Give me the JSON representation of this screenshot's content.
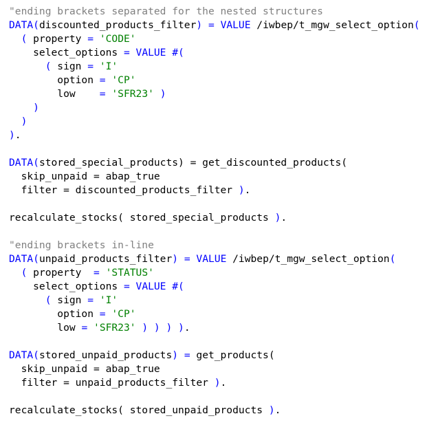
{
  "colors": {
    "keyword": "#0000ff",
    "string": "#008000",
    "comment": "#808080",
    "text": "#000000"
  },
  "code": {
    "lines": [
      [
        {
          "t": "cm",
          "v": "\"ending brackets separated for the nested structures"
        }
      ],
      [
        {
          "t": "kw",
          "v": "DATA("
        },
        {
          "t": "tx",
          "v": "discounted_products_filter"
        },
        {
          "t": "kw",
          "v": ")"
        },
        {
          "t": "tx",
          "v": " "
        },
        {
          "t": "kw",
          "v": "="
        },
        {
          "t": "tx",
          "v": " "
        },
        {
          "t": "kw",
          "v": "VALUE"
        },
        {
          "t": "tx",
          "v": " /iwbep/t_mgw_select_option"
        },
        {
          "t": "kw",
          "v": "("
        }
      ],
      [
        {
          "t": "tx",
          "v": "  "
        },
        {
          "t": "kw",
          "v": "("
        },
        {
          "t": "tx",
          "v": " property "
        },
        {
          "t": "kw",
          "v": "="
        },
        {
          "t": "tx",
          "v": " "
        },
        {
          "t": "str",
          "v": "'CODE'"
        }
      ],
      [
        {
          "t": "tx",
          "v": "    select_options "
        },
        {
          "t": "kw",
          "v": "="
        },
        {
          "t": "tx",
          "v": " "
        },
        {
          "t": "kw",
          "v": "VALUE #("
        }
      ],
      [
        {
          "t": "tx",
          "v": "      "
        },
        {
          "t": "kw",
          "v": "("
        },
        {
          "t": "tx",
          "v": " sign "
        },
        {
          "t": "kw",
          "v": "="
        },
        {
          "t": "tx",
          "v": " "
        },
        {
          "t": "str",
          "v": "'I'"
        }
      ],
      [
        {
          "t": "tx",
          "v": "        option "
        },
        {
          "t": "kw",
          "v": "="
        },
        {
          "t": "tx",
          "v": " "
        },
        {
          "t": "str",
          "v": "'CP'"
        }
      ],
      [
        {
          "t": "tx",
          "v": "        low    "
        },
        {
          "t": "kw",
          "v": "="
        },
        {
          "t": "tx",
          "v": " "
        },
        {
          "t": "str",
          "v": "'SFR23'"
        },
        {
          "t": "tx",
          "v": " "
        },
        {
          "t": "kw",
          "v": ")"
        }
      ],
      [
        {
          "t": "tx",
          "v": "    "
        },
        {
          "t": "kw",
          "v": ")"
        }
      ],
      [
        {
          "t": "tx",
          "v": "  "
        },
        {
          "t": "kw",
          "v": ")"
        }
      ],
      [
        {
          "t": "kw",
          "v": ")"
        },
        {
          "t": "tx",
          "v": "."
        }
      ],
      [],
      [
        {
          "t": "kw",
          "v": "DATA("
        },
        {
          "t": "tx",
          "v": "stored_special_products) = get_discounted_products("
        }
      ],
      [
        {
          "t": "tx",
          "v": "  skip_unpaid = abap_true"
        }
      ],
      [
        {
          "t": "tx",
          "v": "  filter = discounted_products_filter "
        },
        {
          "t": "kw",
          "v": ")"
        },
        {
          "t": "tx",
          "v": "."
        }
      ],
      [],
      [
        {
          "t": "tx",
          "v": "recalculate_stocks( stored_special_products "
        },
        {
          "t": "kw",
          "v": ")"
        },
        {
          "t": "tx",
          "v": "."
        }
      ],
      [],
      [
        {
          "t": "cm",
          "v": "\"ending brackets in-line"
        }
      ],
      [
        {
          "t": "kw",
          "v": "DATA("
        },
        {
          "t": "tx",
          "v": "unpaid_products_filter"
        },
        {
          "t": "kw",
          "v": ")"
        },
        {
          "t": "tx",
          "v": " "
        },
        {
          "t": "kw",
          "v": "="
        },
        {
          "t": "tx",
          "v": " "
        },
        {
          "t": "kw",
          "v": "VALUE"
        },
        {
          "t": "tx",
          "v": " /iwbep/t_mgw_select_option"
        },
        {
          "t": "kw",
          "v": "("
        }
      ],
      [
        {
          "t": "tx",
          "v": "  "
        },
        {
          "t": "kw",
          "v": "("
        },
        {
          "t": "tx",
          "v": " property  "
        },
        {
          "t": "kw",
          "v": "="
        },
        {
          "t": "tx",
          "v": " "
        },
        {
          "t": "str",
          "v": "'STATUS'"
        }
      ],
      [
        {
          "t": "tx",
          "v": "    select_options "
        },
        {
          "t": "kw",
          "v": "="
        },
        {
          "t": "tx",
          "v": " "
        },
        {
          "t": "kw",
          "v": "VALUE #("
        }
      ],
      [
        {
          "t": "tx",
          "v": "      "
        },
        {
          "t": "kw",
          "v": "("
        },
        {
          "t": "tx",
          "v": " sign "
        },
        {
          "t": "kw",
          "v": "="
        },
        {
          "t": "tx",
          "v": " "
        },
        {
          "t": "str",
          "v": "'I'"
        }
      ],
      [
        {
          "t": "tx",
          "v": "        option "
        },
        {
          "t": "kw",
          "v": "="
        },
        {
          "t": "tx",
          "v": " "
        },
        {
          "t": "str",
          "v": "'CP'"
        }
      ],
      [
        {
          "t": "tx",
          "v": "        low "
        },
        {
          "t": "kw",
          "v": "="
        },
        {
          "t": "tx",
          "v": " "
        },
        {
          "t": "str",
          "v": "'SFR23'"
        },
        {
          "t": "tx",
          "v": " "
        },
        {
          "t": "kw",
          "v": ") ) ) )"
        },
        {
          "t": "tx",
          "v": "."
        }
      ],
      [],
      [
        {
          "t": "kw",
          "v": "DATA("
        },
        {
          "t": "tx",
          "v": "stored_unpaid_products"
        },
        {
          "t": "kw",
          "v": ")"
        },
        {
          "t": "tx",
          "v": " "
        },
        {
          "t": "kw",
          "v": "="
        },
        {
          "t": "tx",
          "v": " get_products("
        }
      ],
      [
        {
          "t": "tx",
          "v": "  skip_unpaid = abap_true"
        }
      ],
      [
        {
          "t": "tx",
          "v": "  filter = unpaid_products_filter "
        },
        {
          "t": "kw",
          "v": ")"
        },
        {
          "t": "tx",
          "v": "."
        }
      ],
      [],
      [
        {
          "t": "tx",
          "v": "recalculate_stocks( stored_unpaid_products "
        },
        {
          "t": "kw",
          "v": ")"
        },
        {
          "t": "tx",
          "v": "."
        }
      ]
    ]
  }
}
